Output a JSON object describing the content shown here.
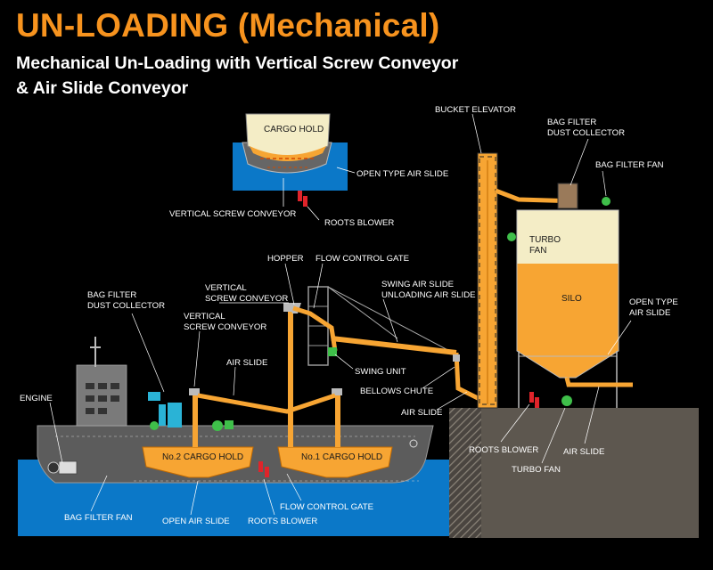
{
  "title": "UN-LOADING (Mechanical)",
  "subtitle_line1": "Mechanical Un-Loading with Vertical Screw Conveyor",
  "subtitle_line2": "& Air Slide Conveyor",
  "inset": {
    "cargo_hold": "CARGO HOLD",
    "open_type_air_slide": "OPEN TYPE AIR SLIDE",
    "vertical_screw_conveyor": "VERTICAL SCREW CONVEYOR",
    "roots_blower": "ROOTS BLOWER"
  },
  "ship": {
    "bag_filter_dust_collector_1": "BAG FILTER",
    "bag_filter_dust_collector_2": "DUST COLLECTOR",
    "vertical_screw_conveyor_a_1": "VERTICAL",
    "vertical_screw_conveyor_a_2": "SCREW CONVEYOR",
    "vertical_screw_conveyor_b_1": "VERTICAL",
    "vertical_screw_conveyor_b_2": "SCREW CONVEYOR",
    "air_slide": "AIR SLIDE",
    "engine": "ENGINE",
    "hold_2": "No.2 CARGO HOLD",
    "hold_1": "No.1 CARGO HOLD",
    "bag_filter_fan": "BAG FILTER FAN",
    "open_air_slide": "OPEN AIR SLIDE",
    "roots_blower": "ROOTS BLOWER",
    "flow_control_gate": "FLOW CONTROL GATE"
  },
  "transfer": {
    "hopper": "HOPPER",
    "flow_control_gate": "FLOW CONTROL GATE",
    "swing_air_slide": "SWING AIR SLIDE",
    "unloading_air_slide": "UNLOADING AIR SLIDE",
    "swing_unit": "SWING UNIT",
    "bellows_chute": "BELLOWS CHUTE",
    "air_slide": "AIR SLIDE"
  },
  "shore": {
    "bucket_elevator": "BUCKET ELEVATOR",
    "bag_filter_dust_collector_1": "BAG FILTER",
    "bag_filter_dust_collector_2": "DUST COLLECTOR",
    "bag_filter_fan": "BAG FILTER FAN",
    "turbo_fan_1": "TURBO",
    "turbo_fan_2": "FAN",
    "silo": "SILO",
    "open_type_air_slide_1": "OPEN TYPE",
    "open_type_air_slide_2": "AIR SLIDE",
    "roots_blower": "ROOTS BLOWER",
    "turbo_fan": "TURBO FAN",
    "air_slide": "AIR SLIDE"
  },
  "colors": {
    "title": "#f7931e",
    "material": "#f7a533",
    "cargo": "#f4edc6",
    "water": "#0b78c8",
    "hull": "#5c5c5c",
    "ground": "#5d574f",
    "fan": "#3fbf4a",
    "filter": "#2ab3d6",
    "blower": "#e0242a"
  }
}
